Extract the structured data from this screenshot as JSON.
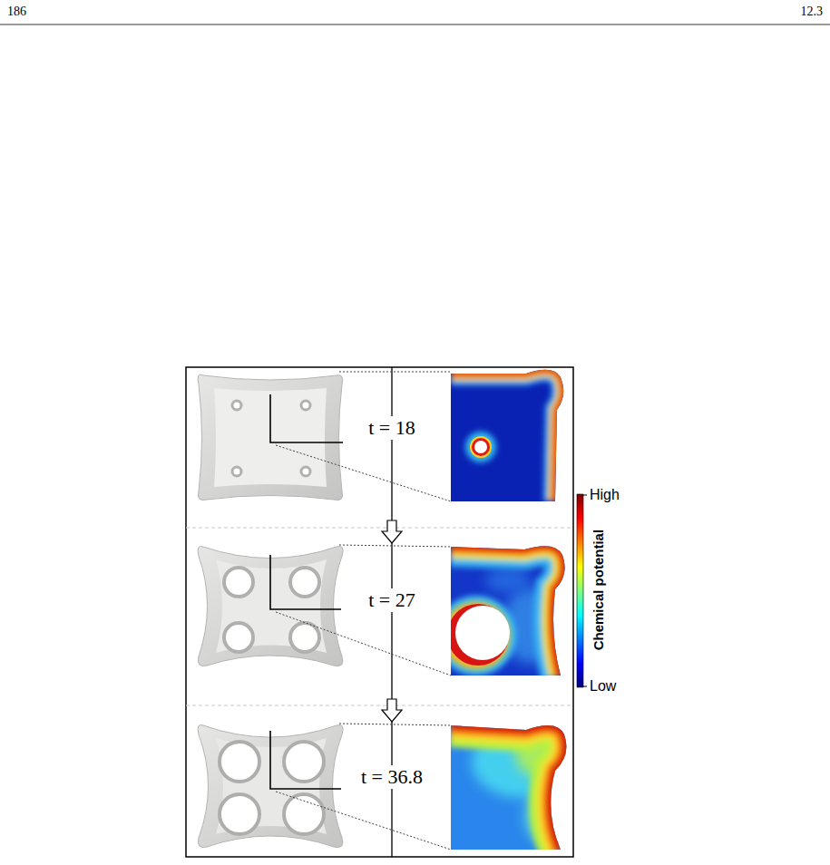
{
  "diagram": {
    "labels": [
      "186",
      "12.3",
      "t = 18",
      "t = 27",
      "t = 36.8",
      "High",
      "Chemical potential",
      "Low"
    ]
  }
}
